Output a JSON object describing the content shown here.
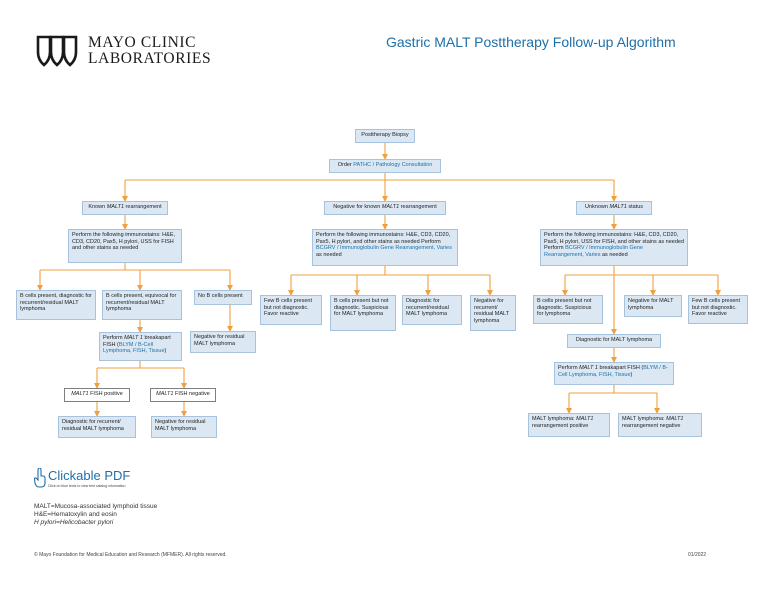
{
  "header": {
    "logo_line1": "MAYO CLINIC",
    "logo_line2": "LABORATORIES",
    "title": "Gastric MALT Posttherapy Follow-up Algorithm"
  },
  "colors": {
    "accent": "#1f6fa8",
    "node_fill": "#dbe8f4",
    "node_border": "#a7c2dc",
    "connector": "#f0a040"
  },
  "nodes": {
    "root": "Posttherapy Biopsy",
    "order": {
      "prefix": "Order ",
      "link": "PATHC / Pathology Consultation"
    },
    "known": {
      "pre": "Known ",
      "italic": "MALT1",
      "post": " rearrangement"
    },
    "negative": {
      "pre": "Negative for known ",
      "italic": "MALT1",
      "post": " rearrangement"
    },
    "unknown": {
      "pre": "Unknown ",
      "italic": "MALT1",
      "post": " status"
    },
    "immuno_left": "Perform the following immunostains: H&E, CD3, CD20, Pax5, H pylori, USS for FISH and other stains as needed",
    "immuno_mid": {
      "text": "Perform the following immunostains: H&E, CD3, CD20, Pax5, H pylori, and other stains as needed Perform ",
      "link": "BCGRV / Immunoglobulin Gene Rearrangement, Varies",
      "post": " as needed"
    },
    "immuno_right": {
      "text": "Perform the following immunostains: H&E, CD3, CD20, Pax5, H pylori, USS for FISH, and other stains as needed Perform ",
      "link": "BCGRV / Immunoglobulin Gene Rearrangement, Varies",
      "post": " as needed"
    },
    "l_diag": "B cells present, diagnostic for recurrent/residual MALT lymphoma",
    "l_equiv": "B cells present, equivocal for recurrent/residual MALT lymphoma",
    "l_nob": "No B cells present",
    "l_fish": {
      "pre": "Perform ",
      "italic": "MALT 1",
      "mid": " breakapart FISH (",
      "link": "BLYM / B-Cell Lymphoma, FISH, Tissue",
      "post": ")"
    },
    "l_negres": "Negative for residual MALT lymphoma",
    "l_fishpos": {
      "italic": "MALT1",
      "post": " FISH positive"
    },
    "l_fishneg": {
      "italic": "MALT1",
      "post": " FISH negative"
    },
    "l_diag2": "Diagnostic for recurrent/ residual MALT lymphoma",
    "l_negres2": "Negative for residual MALT lymphoma",
    "m_few": "Few B cells present but not diagnostic. Favor reactive",
    "m_susp": "B cells present but not diagnostic. Suspicious for MALT lymphoma",
    "m_diag": "Diagnostic for recurrent/residual MALT lymphoma",
    "m_neg": "Negative for recurrent/ residual MALT lymphoma",
    "r_susp": "B cells present but not diagnostic. Suspicious for lymphoma",
    "r_neg": "Negative for MALT lymphoma",
    "r_few": "Few B cells present but not diagnostic. Favor reactive",
    "r_diagmalt": "Diagnostic for MALT lymphoma",
    "r_fish": {
      "pre": "Perform ",
      "italic": "MALT 1",
      "mid": " breakapart FISH (",
      "link": "BLYM / B-Cell Lymphoma, FISH, Tissue",
      "post": ")"
    },
    "r_pos": {
      "pre": "MALT lymphoma: ",
      "italic": "MALT1",
      "post": " rearrangement positive"
    },
    "r_negr": {
      "pre": "MALT lymphoma: ",
      "italic": "MALT1",
      "post": " rearrangement negative"
    }
  },
  "clickable_pdf": {
    "title": "Clickable PDF",
    "note": "Click on blue texts to view test catalog information"
  },
  "abbreviations": [
    "MALT=Mucosa-associated lymphoid tissue",
    "H&E=Hematoxylin and eosin",
    "H pylori=Helicobacter pylori"
  ],
  "footer": {
    "copyright": "© Mayo Foundation for Medical Education and Research (MFMER). All rights reserved.",
    "date": "01/2022"
  }
}
